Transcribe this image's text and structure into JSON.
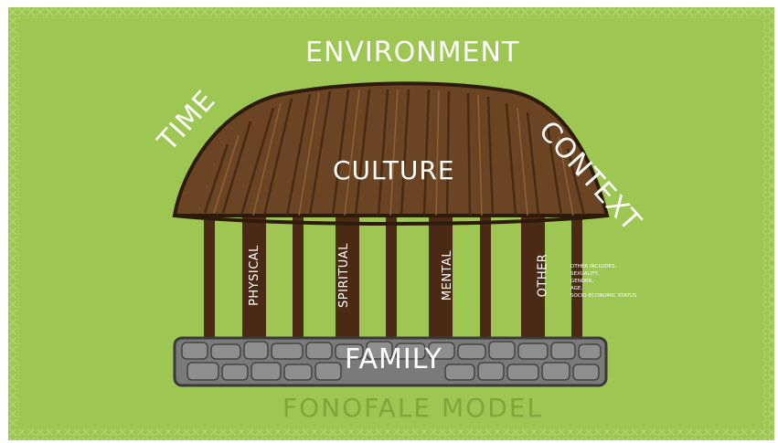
{
  "labels": {
    "environment": "ENVIRONMENT",
    "time": "TIME",
    "context": "CONTEXT",
    "culture": "CULTURE",
    "family": "FAMILY",
    "model": "FONOFALE MODEL"
  },
  "posts": {
    "physical": "PHYSICAL",
    "spiritual": "SPIRITUAL",
    "mental": "MENTAL",
    "other": "OTHER"
  },
  "note": {
    "line1": "OTHER INCLUDES:",
    "line2": "SEXUALITY,",
    "line3": "GENDER,",
    "line4": "AGE,",
    "line5": "SOCIO-ECONOMIC STATUS"
  },
  "colors": {
    "background": "#9dc752",
    "roof": "#6b4423",
    "post": "#4a2a14",
    "stone": "#7a7a7a",
    "text": "#ffffff",
    "model_text": "#7ea63c"
  }
}
